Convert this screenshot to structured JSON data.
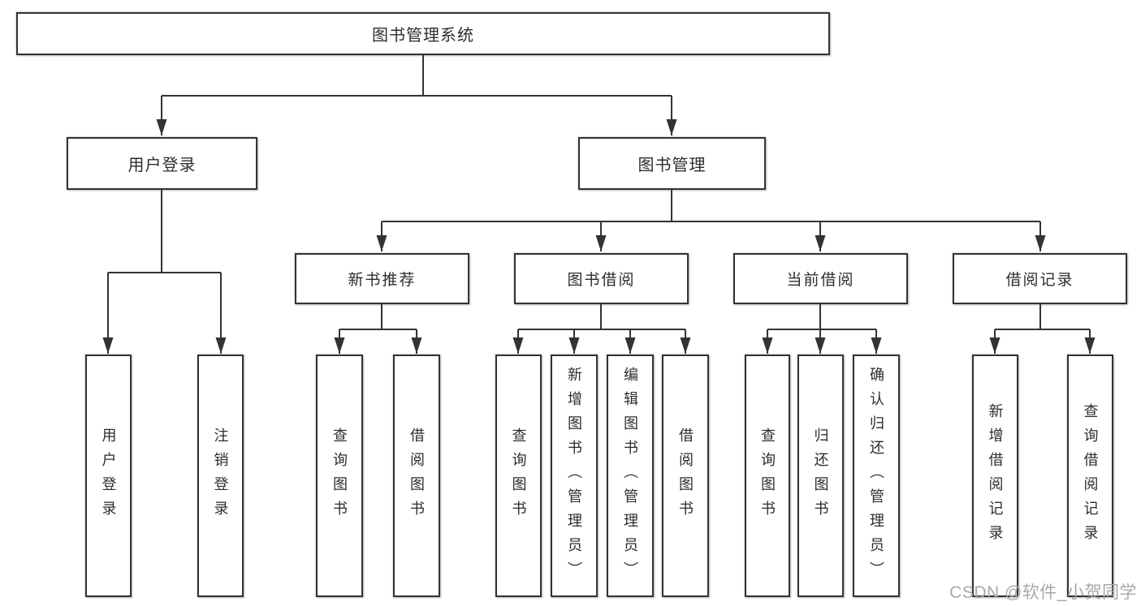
{
  "page": {
    "watermark": "CSDN @软件_小贺同学"
  },
  "colors": {
    "line": "#333333",
    "box_border": "#333333",
    "box_background": "#ffffff",
    "text": "#2d2d2d",
    "watermark": "#a8a8a8",
    "background": "#ffffff"
  },
  "tree": {
    "root": {
      "label": "图书管理系统"
    },
    "user_login": {
      "label": "用户登录",
      "children": [
        "用户登录",
        "注销登录"
      ]
    },
    "book_mgmt": {
      "label": "图书管理"
    },
    "new_book_rec": {
      "label": "新书推荐",
      "children": [
        "查询图书",
        "借阅图书"
      ]
    },
    "book_borrow": {
      "label": "图书借阅",
      "children": [
        "查询图书",
        "新增图书（管理员）",
        "编辑图书（管理员）",
        "借阅图书"
      ]
    },
    "current_borrow": {
      "label": "当前借阅",
      "children": [
        "查询图书",
        "归还图书",
        "确认归还（管理员）"
      ]
    },
    "borrow_records": {
      "label": "借阅记录",
      "children": [
        "新增借阅记录",
        "查询借阅记录"
      ]
    }
  }
}
